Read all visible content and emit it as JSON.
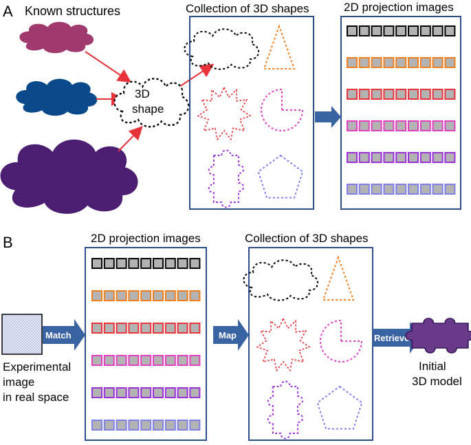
{
  "panel_a": {
    "label": "A",
    "known_structures": "Known structures",
    "shape_label_line1": "3D",
    "shape_label_line2": "shape",
    "collection_title": "Collection of 3D shapes",
    "projection_title": "2D projection images"
  },
  "panel_b": {
    "label": "B",
    "projection_title": "2D projection images",
    "collection_title": "Collection of 3D shapes",
    "match": "Match",
    "map": "Map",
    "retrieve": "Retrieve",
    "experimental_line1": "Experimental",
    "experimental_line2": "image",
    "experimental_line3": "in real space",
    "initial_line1": "Initial",
    "initial_line2": "3D model"
  },
  "colors": {
    "box_border": "#2a4f8a",
    "arrow_blue": "#3a63a3",
    "red_arrow": "#e8333a",
    "cloud_magenta": "#a03a6e",
    "cloud_blue": "#0a4a8a",
    "cloud_purple": "#4b1e72",
    "tile_fill": "#b3b3b3",
    "row_borders": [
      "#000000",
      "#f07f1f",
      "#e8333a",
      "#e040c0",
      "#9b30d9",
      "#7f7fe8"
    ],
    "shape_cloud": "#000000",
    "shape_triangle": "#f07f1f",
    "shape_star": "#e8333a",
    "shape_pacman": "#e040c0",
    "shape_puzzle": "#9b30d9",
    "shape_pentagon": "#7f7fe8",
    "puzzle_fill": "#6a3a8a"
  },
  "icons": [
    "cloud-icon",
    "triangle-icon",
    "star-icon",
    "pacman-icon",
    "puzzle-icon",
    "pentagon-icon",
    "arrow-icon"
  ]
}
